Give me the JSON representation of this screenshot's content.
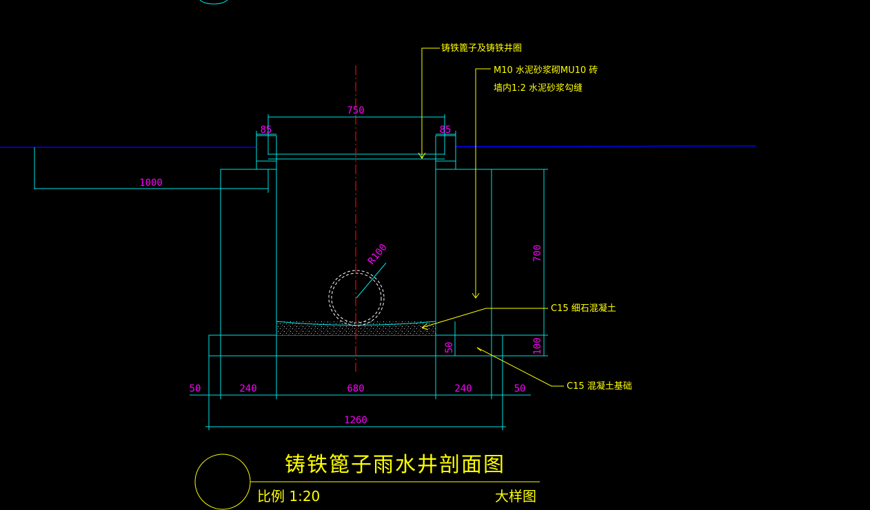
{
  "dimensions": {
    "top_width": "750",
    "left_rim": "85",
    "right_rim": "85",
    "depth_offset": "1000",
    "pipe_radius": "R100",
    "wall_height": "700",
    "base_height": "100",
    "fine_layer": "50",
    "bottom": [
      "50",
      "240",
      "680",
      "240",
      "50"
    ],
    "total_width": "1260"
  },
  "notes": {
    "grate": "铸铁篦子及铸铁井圈",
    "masonry_line1": "M10 水泥砂浆砌MU10 砖",
    "masonry_line2": "墙内1:2 水泥砂浆勾缝",
    "fine_concrete": "C15 细石混凝土",
    "base_concrete": "C15 混凝土基础"
  },
  "title_block": {
    "title": "铸铁篦子雨水井剖面图",
    "scale": "比例 1:20",
    "type": "大样图"
  },
  "colors": {
    "background": "#000000",
    "outline": "#00e5e5",
    "dimension_text": "#ff00ff",
    "annotation": "#ffff00",
    "centerline": "#ff0000",
    "ground_line": "#0000ff"
  }
}
